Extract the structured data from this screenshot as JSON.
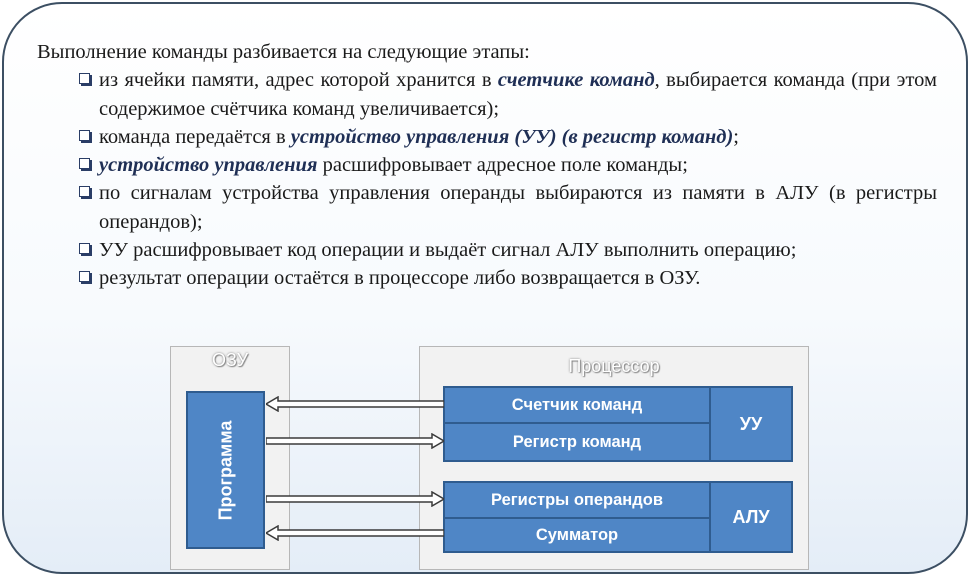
{
  "intro": "Выполнение команды разбивается на следующие этапы:",
  "steps": [
    {
      "text1": "из ячейки памяти, адрес которой хранится в ",
      "em": "счетчике команд",
      "text2": ", выбирается команда (при этом содержимое счётчика команд увеличивается);"
    },
    {
      "text1": "команда передаётся в ",
      "em": "устройство управления (УУ) (в регистр команд)",
      "text2": ";"
    },
    {
      "text1": " ",
      "em": "устройство управления",
      "text2": " расшифровывает адресное поле команды;"
    },
    {
      "text1": " по сигналам устройства управления операнды выбираются из памяти в АЛУ (в регистры операндов);",
      "em": "",
      "text2": ""
    },
    {
      "text1": "УУ расшифровывает код операции и выдаёт сигнал АЛУ выполнить операцию;",
      "em": "",
      "text2": ""
    },
    {
      "text1": "результат операции остаётся в процессоре либо возвращается в ОЗУ.",
      "em": "",
      "text2": ""
    }
  ],
  "diagram": {
    "ram_title": "ОЗУ",
    "program": "Программа",
    "cpu_title": "Процессор",
    "pc": "Счетчик команд",
    "ir": "Регистр команд",
    "cu": "УУ",
    "opregs": "Регистры операндов",
    "adder": "Сумматор",
    "alu": "АЛУ"
  },
  "colors": {
    "block_fill": "#4f86c6",
    "block_border": "#2f5c8f",
    "frame_border": "#3c4f63"
  }
}
